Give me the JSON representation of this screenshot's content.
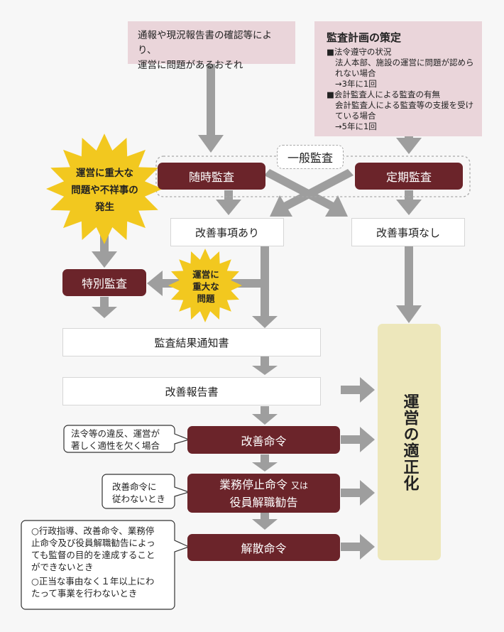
{
  "trigger_box": {
    "line1": "通報や現況報告書の確認等により、",
    "line2": "運営に問題があるおそれ"
  },
  "plan_box": {
    "title": "監査計画の策定",
    "sections": [
      {
        "heading": "■法令遵守の状況",
        "lines": [
          "法人本部、施設の運営に問題が認めら",
          "れない場合",
          "→3年に1回"
        ]
      },
      {
        "heading": "■会計監査人による監査の有無",
        "lines": [
          "会計監査人による監査等の支援を受け",
          "ている場合",
          "→5年に1回"
        ]
      }
    ]
  },
  "starburst_big": {
    "lines": [
      "運営に重大な",
      "問題や不祥事の",
      "発生"
    ]
  },
  "starburst_small": {
    "lines": [
      "運営に",
      "重大な",
      "問題"
    ]
  },
  "general_audit_label": "一般監査",
  "nodes": {
    "ad_hoc_audit": "随時監査",
    "regular_audit": "定期監査",
    "improvement_yes": "改善事項あり",
    "improvement_no": "改善事項なし",
    "special_audit": "特別監査",
    "result_notice": "監査結果通知書",
    "improvement_report": "改善報告書",
    "improvement_order": "改善命令",
    "suspension_order_line1": "業務停止命令",
    "suspension_order_or": "又は",
    "suspension_order_line2": "役員解職勧告",
    "dissolution_order": "解散命令",
    "proper_operation": "運営の適正化"
  },
  "callouts": {
    "improvement_order": [
      "法令等の違反、運営が",
      "著しく適性を欠く場合"
    ],
    "suspension_order": [
      "改善命令に",
      "従わないとき"
    ],
    "dissolution_order": [
      "○行政指導、改善命令、業務停",
      "止命令及び役員解職勧告によっ",
      "ても監督の目的を達成すること",
      "ができないとき",
      "○正当な事由なく１年以上にわ",
      "たって事業を行わないとき"
    ]
  },
  "colors": {
    "maroon": "#6b242a",
    "pink": "#ead5da",
    "yellow_burst": "#f2c81f",
    "result_bg": "#ede7bb",
    "arrow": "#9e9e9e"
  }
}
